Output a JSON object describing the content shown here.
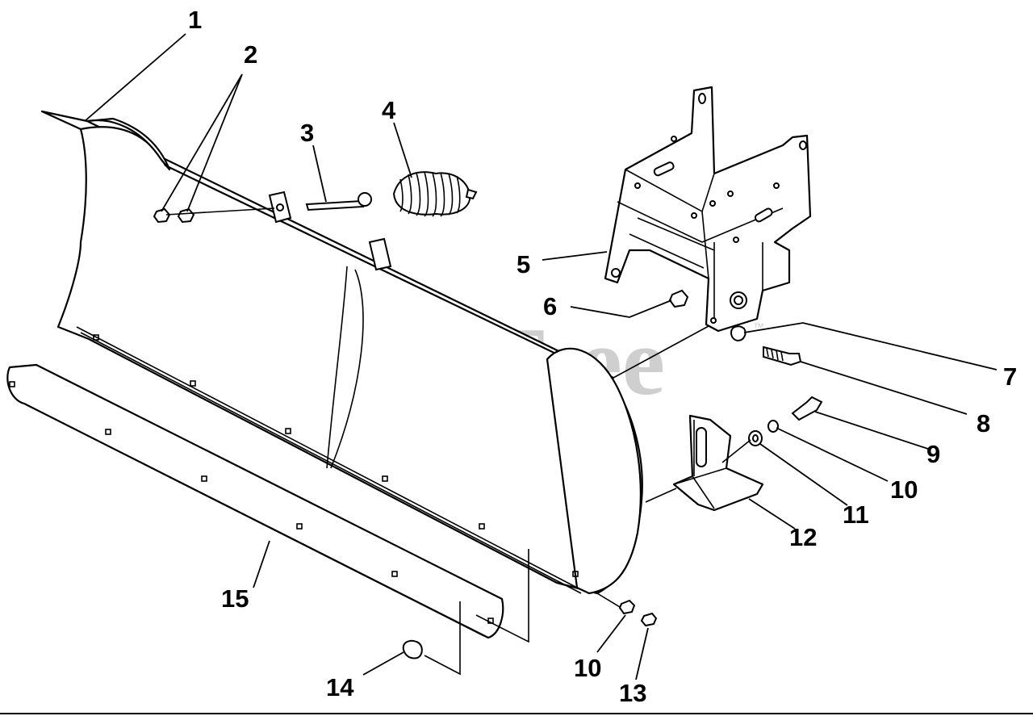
{
  "diagram": {
    "watermark": "PartsTree",
    "trademark": "™",
    "callouts": [
      "1",
      "2",
      "3",
      "4",
      "5",
      "6",
      "7",
      "8",
      "9",
      "10",
      "11",
      "12",
      "10",
      "13",
      "14",
      "15"
    ]
  }
}
